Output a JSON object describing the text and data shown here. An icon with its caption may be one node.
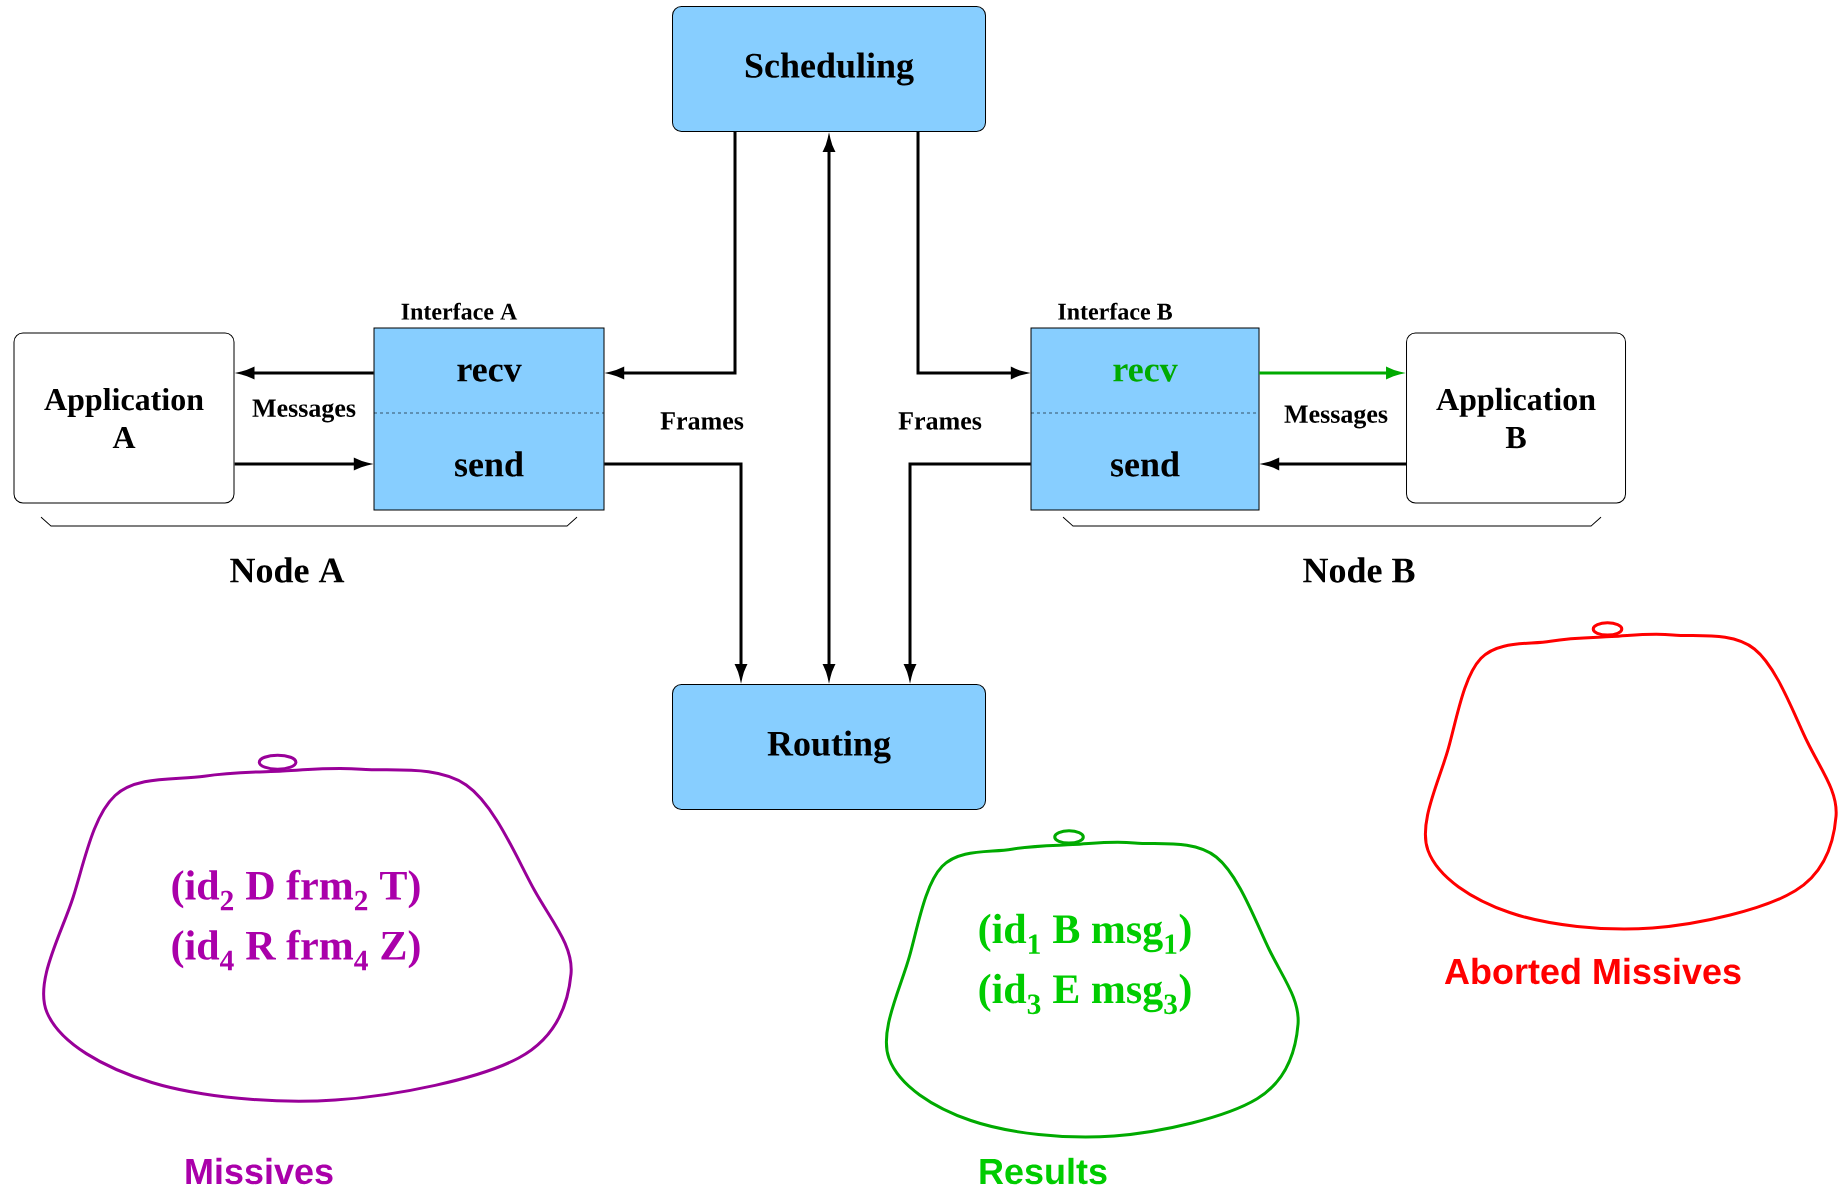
{
  "diagram": {
    "nodes": [
      {
        "text": [
          "Scheduling"
        ]
      },
      {
        "text": [
          "Routing"
        ]
      },
      {
        "text": [
          "Application A"
        ]
      },
      {
        "text": [
          "Interface A"
        ]
      },
      {
        "text": [
          "recv"
        ],
        "in": 3
      },
      {
        "text": [
          "send"
        ],
        "in": 3
      },
      {
        "text": [
          "Interface B"
        ]
      },
      {
        "text": [
          "recv"
        ],
        "in": 6
      },
      {
        "text": [
          "send"
        ],
        "in": 6
      },
      {
        "text": [
          "Application B"
        ]
      },
      {
        "text": [
          "(id$_{2}$ D frm$_{2}$ T)",
          "(id$_{4}$ R frm$_{4}$ Z)"
        ],
        "beside": [
          "Missives"
        ]
      },
      {
        "text": [
          "(id$_{1}$ B msg$_{1}$)",
          "(id$_{3}$ E msg$_{3}$)"
        ],
        "beside": [
          "Results"
        ]
      },
      {
        "text": [],
        "shape": "cloud",
        "beside": [
          "Aborted Missives"
        ]
      }
    ],
    "edges": [
      {
        "from": 4,
        "to": 2,
        "arrow": "to"
      },
      {
        "from": 2,
        "to": 5,
        "arrow": "to"
      },
      {
        "from": 0,
        "to": 4,
        "arrow": "to"
      },
      {
        "from": 5,
        "to": 1,
        "arrow": "to"
      },
      {
        "from": 0,
        "to": 1,
        "arrow": "both"
      },
      {
        "from": 0,
        "to": 7,
        "arrow": "to"
      },
      {
        "from": 8,
        "to": 1,
        "arrow": "to"
      },
      {
        "from": 7,
        "to": 9,
        "arrow": "to",
        "color": "#00aa00"
      },
      {
        "from": 9,
        "to": 8,
        "arrow": "to"
      }
    ],
    "labels": [
      "Messages",
      "Frames",
      "Frames",
      "Messages",
      "Node A",
      "Node B"
    ]
  }
}
